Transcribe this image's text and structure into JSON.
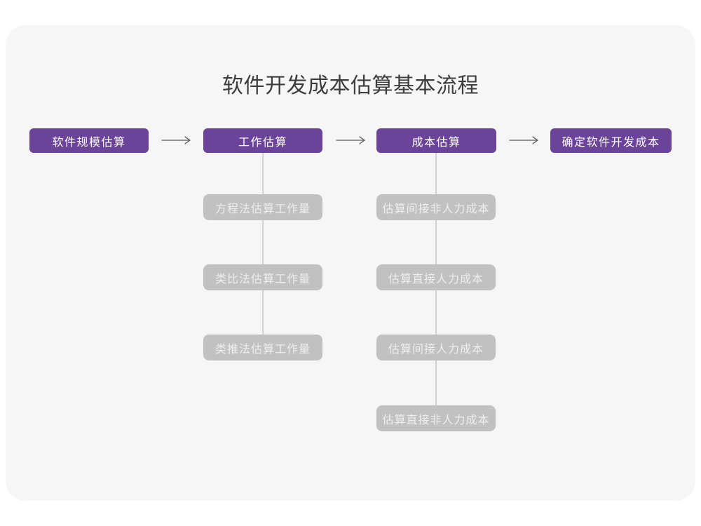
{
  "title": "软件开发成本估算基本流程",
  "colors": {
    "accent_purple": "#6b4398",
    "sub_node_gray": "#c1c1c1",
    "card_background": "#f6f6f7",
    "connector_line": "#d2d2d2",
    "arrow_stroke": "#5a5a5a",
    "title_text": "#3d3d3d"
  },
  "flow": {
    "main_nodes": [
      {
        "label": "软件规模估算"
      },
      {
        "label": "工作估算"
      },
      {
        "label": "成本估算"
      },
      {
        "label": "确定软件开发成本"
      }
    ],
    "work_substeps": [
      {
        "label": "方程法估算工作量"
      },
      {
        "label": "类比法估算工作量"
      },
      {
        "label": "类推法估算工作量"
      }
    ],
    "cost_substeps": [
      {
        "label": "估算间接非人力成本"
      },
      {
        "label": "估算直接人力成本"
      },
      {
        "label": "估算间接人力成本"
      },
      {
        "label": "估算直接非人力成本"
      }
    ]
  }
}
